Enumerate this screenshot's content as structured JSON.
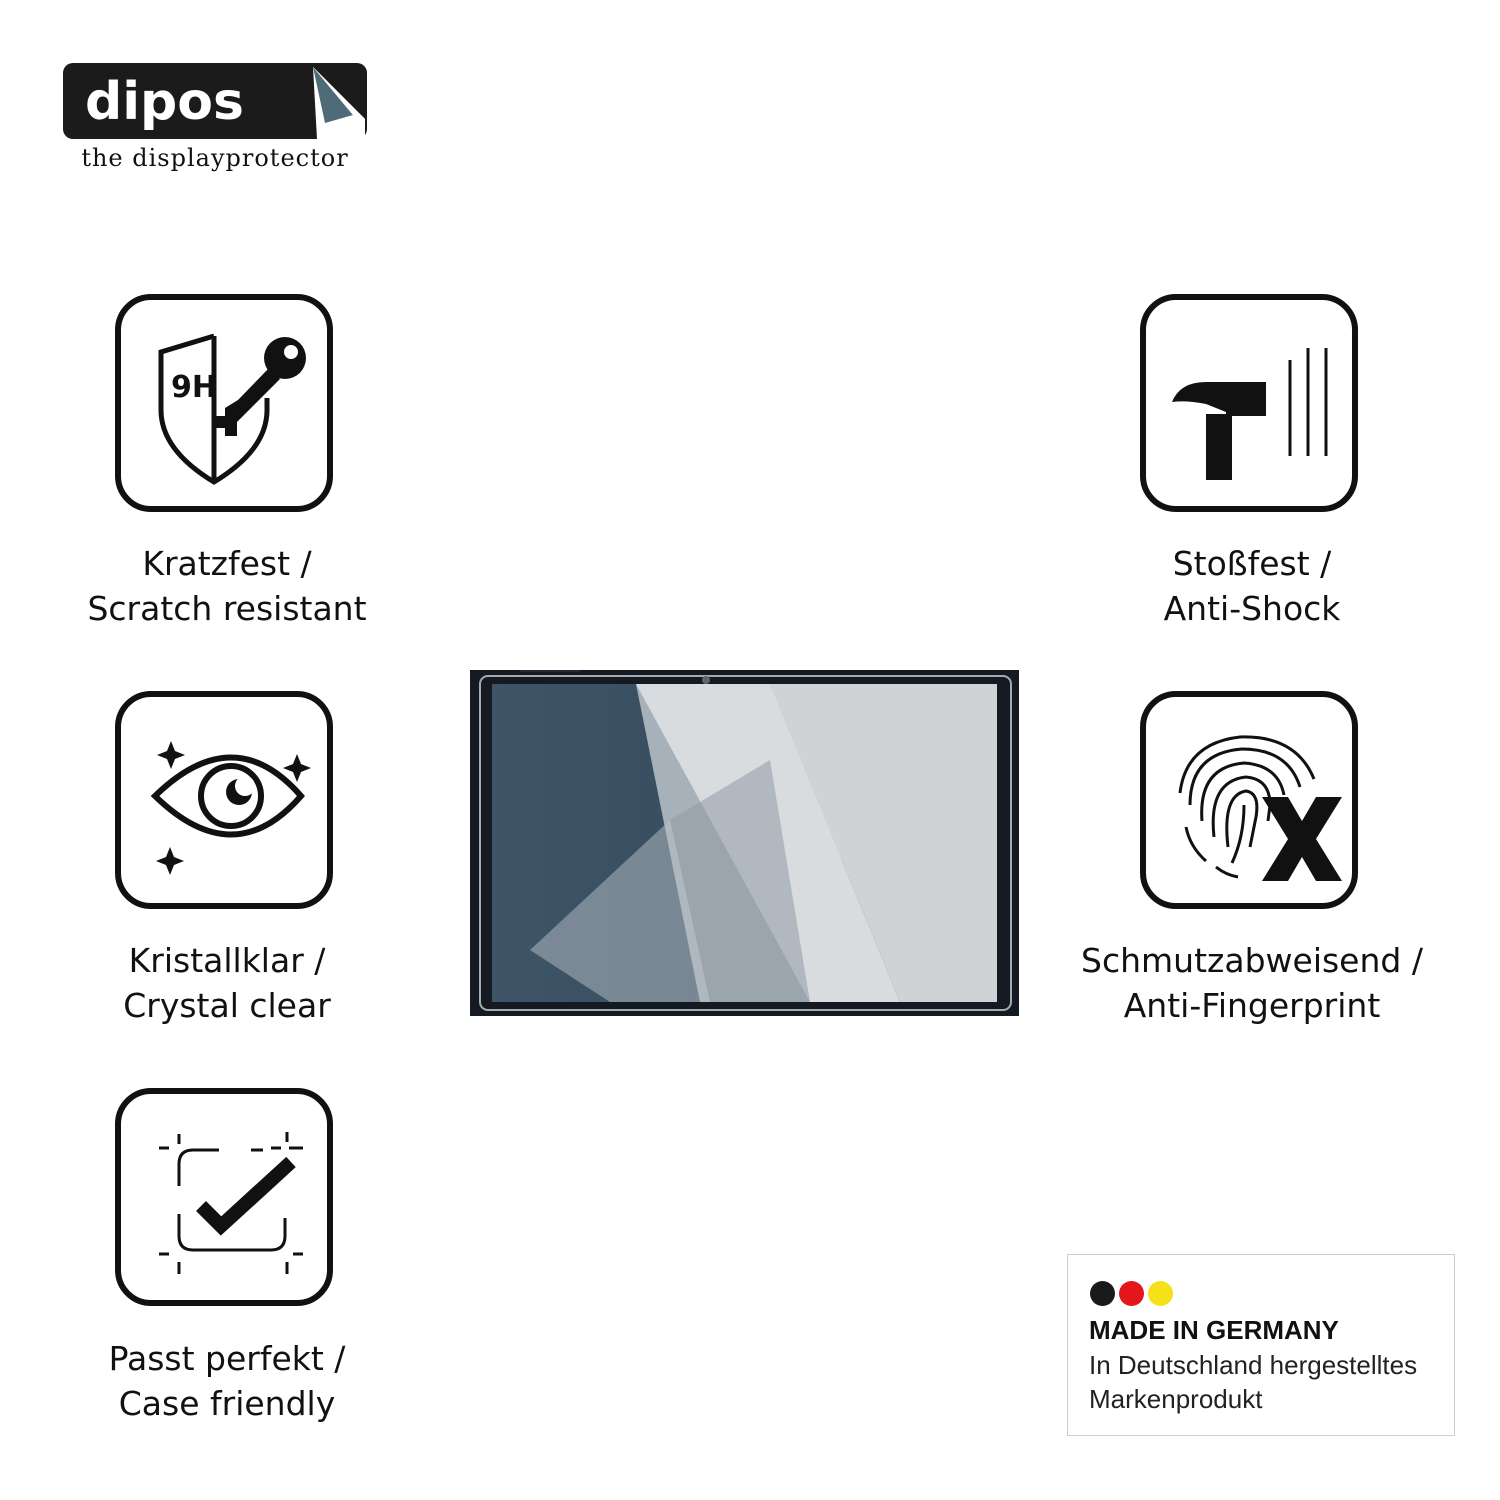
{
  "brand": {
    "name": "dipos",
    "tagline": "the displayprotector"
  },
  "features": [
    {
      "icon": "shield-9h-key-icon",
      "badge_text": "9H",
      "line1": "Kratzfest /",
      "line2": "Scratch resistant"
    },
    {
      "icon": "eye-sparkle-icon",
      "line1": "Kristallklar /",
      "line2": "Crystal clear"
    },
    {
      "icon": "frame-check-icon",
      "line1": "Passt perfekt /",
      "line2": "Case friendly"
    },
    {
      "icon": "hammer-icon",
      "line1": "Stoßfest /",
      "line2": "Anti-Shock"
    },
    {
      "icon": "fingerprint-x-icon",
      "line1": "Schmutzabweisend /",
      "line2": "Anti-Fingerprint"
    }
  ],
  "badge": {
    "title": "MADE IN GERMANY",
    "line1": "In Deutschland hergestelltes",
    "line2": "Markenprodukt",
    "flag_colors": [
      "#1a1a1a",
      "#e3161b",
      "#f4e11a"
    ]
  }
}
